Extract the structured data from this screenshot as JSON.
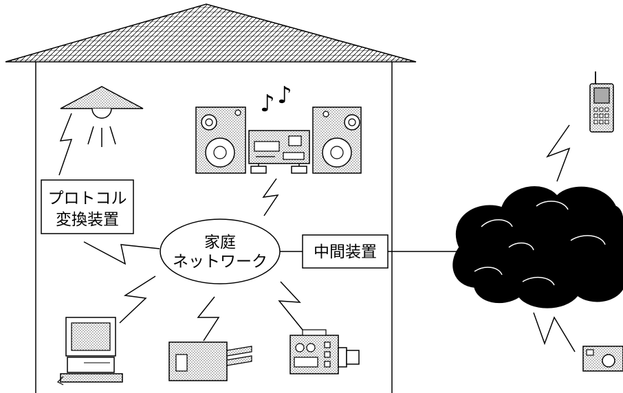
{
  "labels": {
    "converter_line1": "プロトコル",
    "converter_line2": "変換装置",
    "network_line1": "家庭",
    "network_line2": "ネットワーク",
    "gateway": "中間装置"
  },
  "colors": {
    "stroke": "#000000",
    "dot_fill": "#d9d9d9",
    "cloud": "#000000",
    "background": "#ffffff"
  },
  "icons": {
    "lamp": "ceiling-lamp-icon",
    "stereo": "stereo-system-icon",
    "music": "music-notes-icon",
    "computer": "desktop-computer-icon",
    "fax": "fax-machine-icon",
    "camcorder": "video-camera-icon",
    "mobile": "mobile-phone-icon",
    "remote_camera": "camera-icon",
    "internet": "cloud-network-icon"
  }
}
